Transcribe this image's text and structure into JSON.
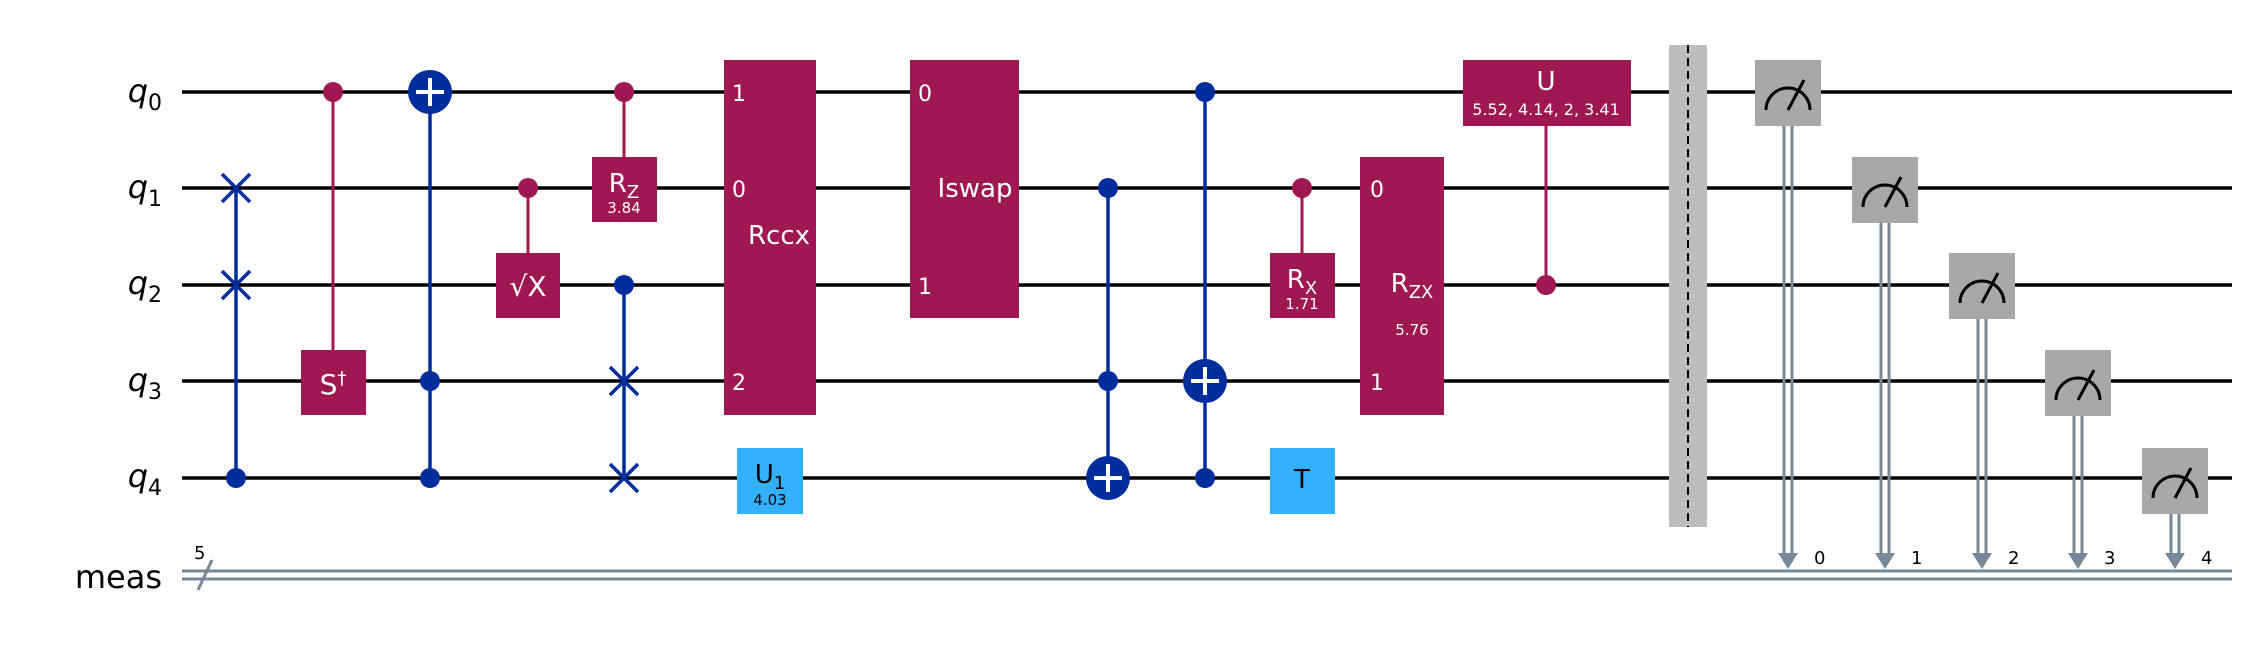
{
  "colors": {
    "wire": "#000000",
    "classical_wire": "#778899",
    "gate_magenta": "#9f1853",
    "gate_blue": "#33b1ff",
    "cx_blue": "#002d9c",
    "measure_gray": "#a8a8a8",
    "barrier_gray": "#bdbdbd",
    "text_white": "#ffffff",
    "text_black": "#000000"
  },
  "qubits": [
    {
      "letter": "q",
      "sub": "0"
    },
    {
      "letter": "q",
      "sub": "1"
    },
    {
      "letter": "q",
      "sub": "2"
    },
    {
      "letter": "q",
      "sub": "3"
    },
    {
      "letter": "q",
      "sub": "4"
    }
  ],
  "creg": {
    "label": "meas",
    "size": "5"
  },
  "gates": {
    "sdg": {
      "base": "S",
      "sup": "†"
    },
    "sx": {
      "radical": "√",
      "base": "X"
    },
    "rz": {
      "base": "R",
      "sub": "Z",
      "param": "3.84"
    },
    "rccx": {
      "label": "Rccx",
      "pins": [
        "1",
        "0",
        "2"
      ]
    },
    "u1": {
      "base": "U",
      "sub": "1",
      "param": "4.03"
    },
    "iswap": {
      "label": "Iswap",
      "pins": [
        "0",
        "1"
      ]
    },
    "rx": {
      "base": "R",
      "sub": "X",
      "param": "1.71"
    },
    "t": {
      "label": "T"
    },
    "rzx": {
      "base": "R",
      "sub": "ZX",
      "param": "5.76",
      "pins": [
        "0",
        "1"
      ]
    },
    "u": {
      "label": "U",
      "params": "5.52, 4.14, 2, 3.41"
    }
  },
  "measure_bits": [
    "0",
    "1",
    "2",
    "3",
    "4"
  ]
}
